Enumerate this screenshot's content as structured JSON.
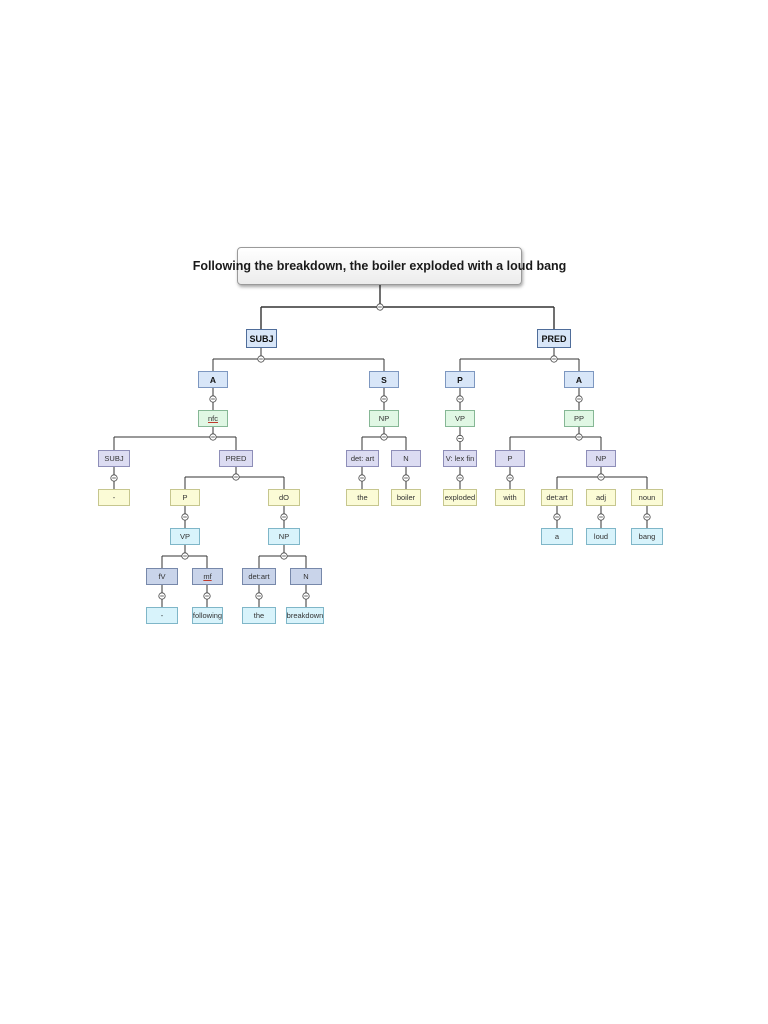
{
  "title": "Following the breakdown, the boiler exploded with a loud bang",
  "nodes": {
    "subj": "SUBJ",
    "pred": "PRED",
    "subj_a": "A",
    "subj_a_nfc": "nfc",
    "inner_subj": "SUBJ",
    "inner_subj_val": "-",
    "inner_pred": "PRED",
    "inner_p": "P",
    "inner_vp": "VP",
    "inner_fv": "fV",
    "inner_fv_val": "-",
    "inner_mf": "mf",
    "inner_mf_val": "following",
    "inner_dO": "dO",
    "inner_np": "NP",
    "inner_det": "det:art",
    "inner_det_val": "the",
    "inner_n": "N",
    "inner_n_val": "breakdown",
    "subj_s": "S",
    "subj_np": "NP",
    "subj_det": "det: art",
    "subj_det_val": "the",
    "subj_n": "N",
    "subj_n_val": "boiler",
    "pred_p": "P",
    "pred_vp": "VP",
    "pred_v": "V: lex fin",
    "pred_v_val": "exploded",
    "pred_a": "A",
    "pred_pp": "PP",
    "pp_p": "P",
    "pp_p_val": "with",
    "pp_np": "NP",
    "pp_det": "det:art",
    "pp_det_val": "a",
    "pp_adj": "adj",
    "pp_adj_val": "loud",
    "pp_noun": "noun",
    "pp_noun_val": "bang"
  },
  "colors": {
    "blue": "#d8e6f8",
    "green": "#e0f7e4",
    "lavender": "#dcdcf2",
    "yellow": "#fbfbd6",
    "cyan": "#d8f3fb",
    "slate": "#c9d4ea",
    "edge": "#333333"
  }
}
